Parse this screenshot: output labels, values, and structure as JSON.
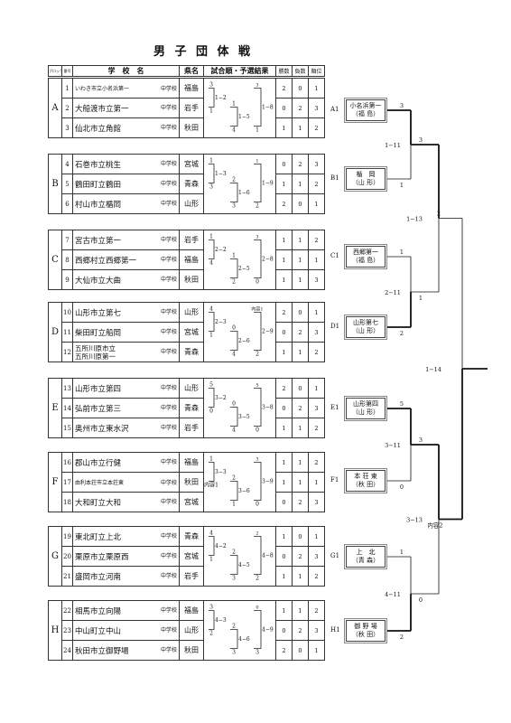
{
  "title": "男 子 団 体 戦",
  "header": {
    "block": "ブロック",
    "number": "番号",
    "school": "学　校　名",
    "pref": "県名",
    "results": "試合順・予選結果",
    "wins": "勝数",
    "losses": "負数",
    "rank": "順位"
  },
  "groups": [
    {
      "letter": "A",
      "rows": [
        {
          "no": "1",
          "school": "いわき市立小名浜第一",
          "jhs": "中学校",
          "pref": "福島",
          "wins": "2",
          "losses": "0",
          "rank": "1"
        },
        {
          "no": "2",
          "school": "大船渡市立第一",
          "jhs": "中学校",
          "pref": "岩手",
          "wins": "0",
          "losses": "2",
          "rank": "3"
        },
        {
          "no": "3",
          "school": "仙北市立角館",
          "jhs": "中学校",
          "pref": "秋田",
          "wins": "1",
          "losses": "1",
          "rank": "2"
        }
      ],
      "matches": {
        "m1": "1−2",
        "m2": "1−5",
        "m3": "1−8"
      },
      "scores": {
        "m1a": "3",
        "m1b": "1",
        "m2a": "1",
        "m2b": "4",
        "m3a": "3",
        "m3b": "1"
      }
    },
    {
      "letter": "B",
      "rows": [
        {
          "no": "4",
          "school": "石巻市立桃生",
          "jhs": "中学校",
          "pref": "宮城",
          "wins": "0",
          "losses": "2",
          "rank": "3"
        },
        {
          "no": "5",
          "school": "鶴田町立鶴田",
          "jhs": "中学校",
          "pref": "青森",
          "wins": "1",
          "losses": "1",
          "rank": "2"
        },
        {
          "no": "6",
          "school": "村山市立楯岡",
          "jhs": "中学校",
          "pref": "山形",
          "wins": "2",
          "losses": "0",
          "rank": "1"
        }
      ],
      "matches": {
        "m1": "1−3",
        "m2": "1−6",
        "m3": "1−9"
      },
      "scores": {
        "m1a": "1",
        "m1b": "3",
        "m2a": "2",
        "m2b": "3",
        "m3a": "1",
        "m3b": "2"
      }
    },
    {
      "letter": "C",
      "rows": [
        {
          "no": "7",
          "school": "宮古市立第一",
          "jhs": "中学校",
          "pref": "岩手",
          "wins": "1",
          "losses": "1",
          "rank": "2"
        },
        {
          "no": "8",
          "school": "西郷村立西郷第一",
          "jhs": "中学校",
          "pref": "福島",
          "wins": "1",
          "losses": "1",
          "rank": "1"
        },
        {
          "no": "9",
          "school": "大仙市立大曲",
          "jhs": "中学校",
          "pref": "秋田",
          "wins": "1",
          "losses": "1",
          "rank": "3"
        }
      ],
      "matches": {
        "m1": "2−2",
        "m2": "2−5",
        "m3": "2−8"
      },
      "scores": {
        "m1a": "1",
        "m1b": "4",
        "m2a": "1",
        "m2b": "2",
        "m3a": "3",
        "m3b": "0"
      }
    },
    {
      "letter": "D",
      "rows": [
        {
          "no": "10",
          "school": "山形市立第七",
          "jhs": "中学校",
          "pref": "山形",
          "wins": "2",
          "losses": "0",
          "rank": "1"
        },
        {
          "no": "11",
          "school": "柴田町立船岡",
          "jhs": "中学校",
          "pref": "宮城",
          "wins": "0",
          "losses": "2",
          "rank": "3"
        },
        {
          "no": "12",
          "school": "五所川原市立\n五所川原第一",
          "jhs": "中学校",
          "pref": "青森",
          "wins": "1",
          "losses": "1",
          "rank": "2"
        }
      ],
      "matches": {
        "m1": "2−3",
        "m2": "2−6",
        "m3": "2−9"
      },
      "scores": {
        "m1a": "4",
        "m1b": "1",
        "m2a": "0",
        "m2b": "4",
        "m3a": "内容1",
        "m3b": "2"
      }
    },
    {
      "letter": "E",
      "rows": [
        {
          "no": "13",
          "school": "山形市立第四",
          "jhs": "中学校",
          "pref": "山形",
          "wins": "2",
          "losses": "0",
          "rank": "1"
        },
        {
          "no": "14",
          "school": "弘前市立第三",
          "jhs": "中学校",
          "pref": "青森",
          "wins": "0",
          "losses": "2",
          "rank": "3"
        },
        {
          "no": "15",
          "school": "奥州市立東水沢",
          "jhs": "中学校",
          "pref": "岩手",
          "wins": "1",
          "losses": "1",
          "rank": "2"
        }
      ],
      "matches": {
        "m1": "3−2",
        "m2": "3−5",
        "m3": "3−8"
      },
      "scores": {
        "m1a": "5",
        "m1b": "0",
        "m2a": "0",
        "m2b": "4",
        "m3a": "5",
        "m3b": "0"
      }
    },
    {
      "letter": "F",
      "rows": [
        {
          "no": "16",
          "school": "郡山市立行健",
          "jhs": "中学校",
          "pref": "福島",
          "wins": "1",
          "losses": "1",
          "rank": "2"
        },
        {
          "no": "17",
          "school": "由利本荘市立本荘東",
          "jhs": "中学校",
          "pref": "秋田",
          "wins": "1",
          "losses": "1",
          "rank": "1"
        },
        {
          "no": "18",
          "school": "大和町立大和",
          "jhs": "中学校",
          "pref": "宮城",
          "wins": "0",
          "losses": "2",
          "rank": "3"
        }
      ],
      "matches": {
        "m1": "3−3",
        "m2": "3−6",
        "m3": "3−9"
      },
      "scores": {
        "m1a": "1",
        "m1b": "内容1",
        "m2a": "2",
        "m2b": "1",
        "m3a": "3",
        "m3b": "0"
      }
    },
    {
      "letter": "G",
      "rows": [
        {
          "no": "19",
          "school": "東北町立上北",
          "jhs": "中学校",
          "pref": "青森",
          "wins": "1",
          "losses": "0",
          "rank": "1"
        },
        {
          "no": "20",
          "school": "栗原市立栗原西",
          "jhs": "中学校",
          "pref": "宮城",
          "wins": "0",
          "losses": "2",
          "rank": "3"
        },
        {
          "no": "21",
          "school": "盛岡市立河南",
          "jhs": "中学校",
          "pref": "岩手",
          "wins": "1",
          "losses": "1",
          "rank": "2"
        }
      ],
      "matches": {
        "m1": "4−2",
        "m2": "4−5",
        "m3": "4−8"
      },
      "scores": {
        "m1a": "4",
        "m1b": "1",
        "m2a": "2",
        "m2b": "3",
        "m3a": "2",
        "m3b": "2"
      }
    },
    {
      "letter": "H",
      "rows": [
        {
          "no": "22",
          "school": "相馬市立向陽",
          "jhs": "中学校",
          "pref": "福島",
          "wins": "1",
          "losses": "1",
          "rank": "2"
        },
        {
          "no": "23",
          "school": "中山町立中山",
          "jhs": "中学校",
          "pref": "山形",
          "wins": "0",
          "losses": "2",
          "rank": "3"
        },
        {
          "no": "24",
          "school": "秋田市立御野場",
          "jhs": "中学校",
          "pref": "秋田",
          "wins": "2",
          "losses": "0",
          "rank": "1"
        }
      ],
      "matches": {
        "m1": "4−3",
        "m2": "4−6",
        "m3": "4−9"
      },
      "scores": {
        "m1a": "3",
        "m1b": "2",
        "m2a": "2",
        "m2b": "3",
        "m3a": "0",
        "m3b": "3"
      }
    }
  ],
  "final_bracket": {
    "reps": [
      {
        "label": "A1",
        "name": "小名浜第一",
        "pref": "（福 島）"
      },
      {
        "label": "B1",
        "name": "楯　岡",
        "pref": "（山 形）"
      },
      {
        "label": "C1",
        "name": "西郷第一",
        "pref": "（福 島）"
      },
      {
        "label": "D1",
        "name": "山形第七",
        "pref": "（山 形）"
      },
      {
        "label": "E1",
        "name": "山形第四",
        "pref": "（山 形）"
      },
      {
        "label": "F1",
        "name": "本 荘 東",
        "pref": "（秋 田）"
      },
      {
        "label": "G1",
        "name": "上　北",
        "pref": "（青 森）"
      },
      {
        "label": "H1",
        "name": "御 野 場",
        "pref": "（秋 田）"
      }
    ],
    "matches": {
      "r1_1": "1−11",
      "r1_2": "2−11",
      "r1_3": "3−11",
      "r1_4": "4−11",
      "r2_1": "1−13",
      "r2_2": "3−13",
      "final": "1−14"
    },
    "scores": {
      "a1": "3",
      "b1": "1",
      "c1": "1",
      "d1": "2",
      "e1": "5",
      "f1": "0",
      "g1": "1",
      "h1": "2",
      "r2_top": "3",
      "r2_bot": "1",
      "r2_3": "3",
      "r2_4": "0",
      "sf_top": "2",
      "sf_bot": "内容2"
    }
  }
}
